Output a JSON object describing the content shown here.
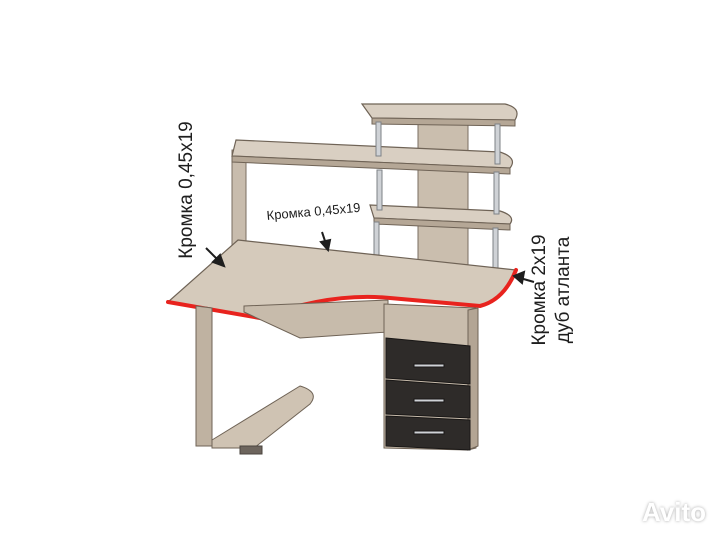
{
  "labels": {
    "edge_left": "Кромка 0,45х19",
    "edge_top": "Кромка 0,45х19",
    "edge_front_line1": "Кромка 2х19",
    "edge_front_line2": "дуб атланта"
  },
  "watermark": {
    "brand": "Avito"
  },
  "colors": {
    "edge_highlight": "#e8231e",
    "wood": "#d6cbbd",
    "wood_dark": "#b7aa99",
    "drawer_front": "#2e2b29",
    "steel": "#c9ccd0"
  }
}
